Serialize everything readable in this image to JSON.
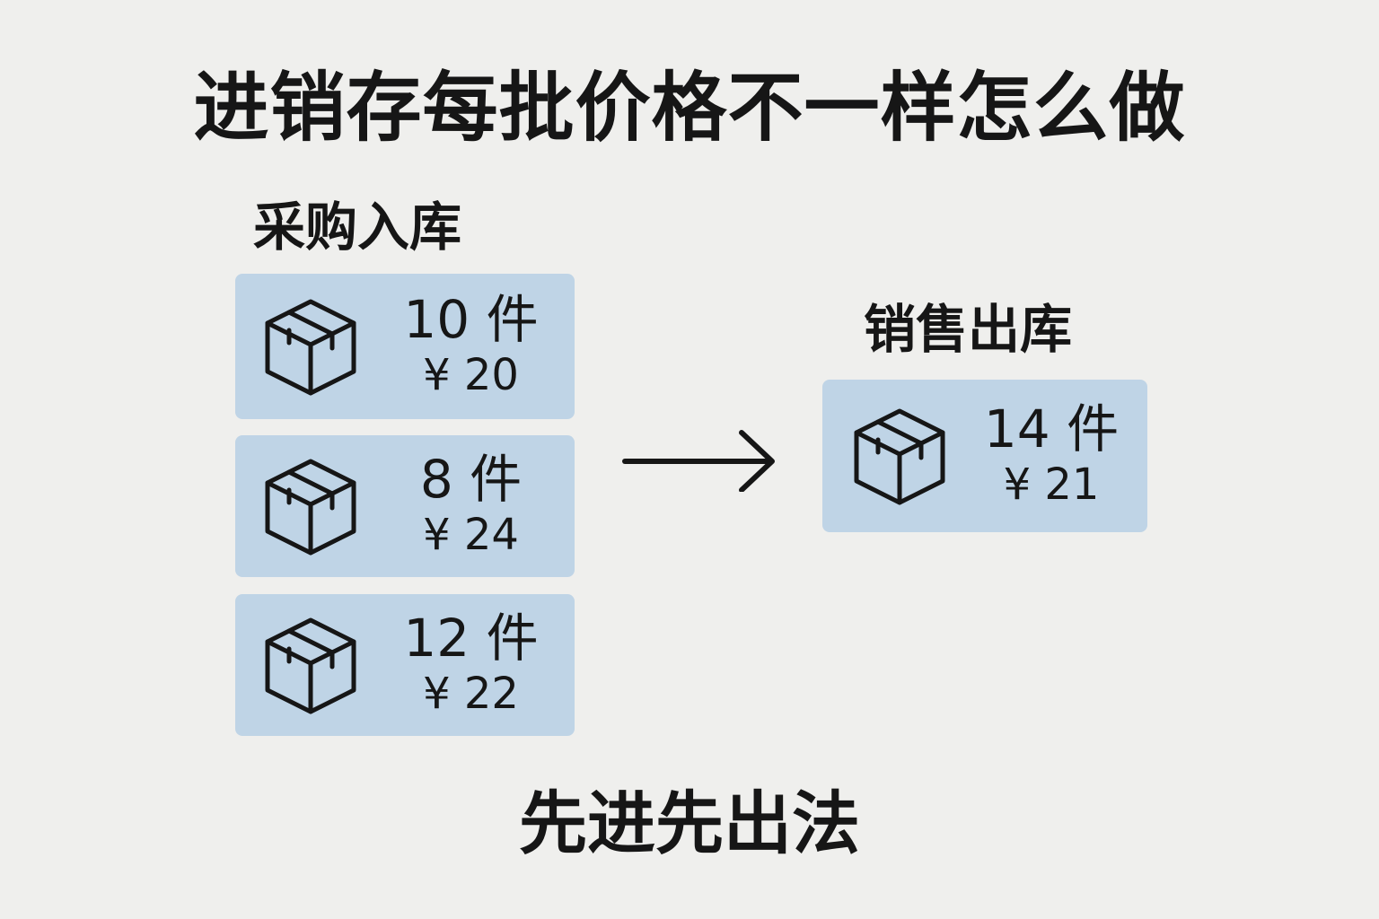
{
  "title": "进销存每批价格不一样怎么做",
  "purchase": {
    "label": "采购入库",
    "batches": [
      {
        "qty": "10 件",
        "price": "¥ 20",
        "icon": "box-icon"
      },
      {
        "qty": "8 件",
        "price": "¥ 24",
        "icon": "box-icon"
      },
      {
        "qty": "12 件",
        "price": "¥ 22",
        "icon": "box-icon"
      }
    ]
  },
  "sales": {
    "label": "销售出库",
    "qty": "14 件",
    "price": "¥ 21",
    "icon": "box-icon"
  },
  "arrow_icon": "arrow-right-icon",
  "footer": "先进先出法",
  "colors": {
    "background": "#efefed",
    "card": "#bfd4e6",
    "ink": "#161616"
  }
}
